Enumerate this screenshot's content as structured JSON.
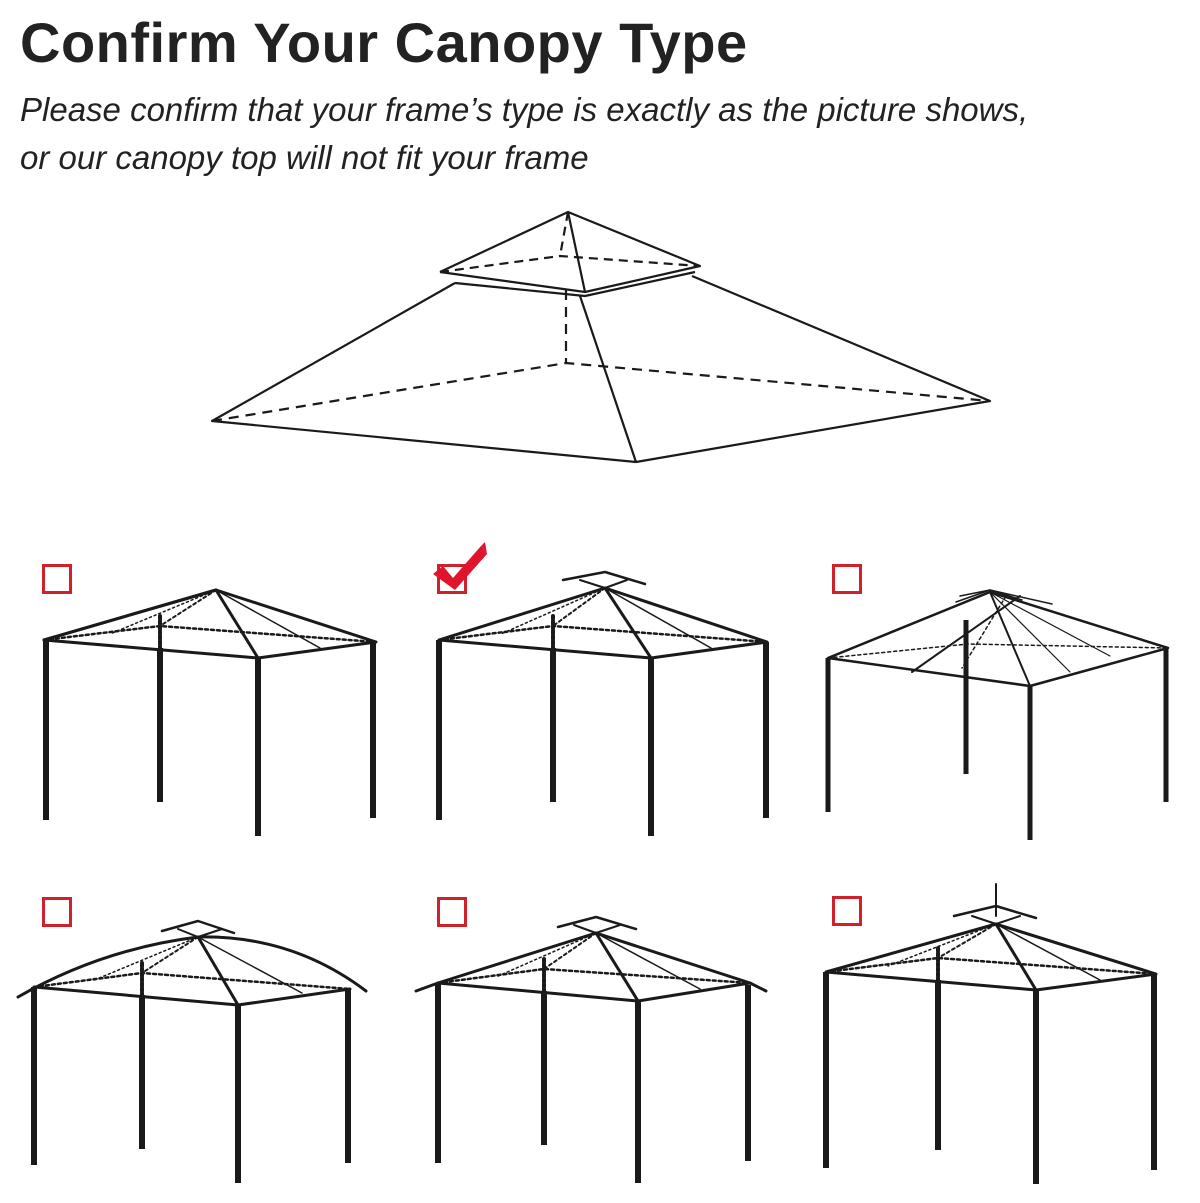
{
  "header": {
    "title": "Confirm Your Canopy Type",
    "subtitle_line1": "Please confirm that your frame’s type is exactly as the picture shows,",
    "subtitle_line2": "or our canopy top will not fit your frame"
  },
  "colors": {
    "ink": "#1a1a1a",
    "checkbox": "#d0202a",
    "checkmark": "#e0142a"
  },
  "frames": [
    {
      "id": "flat-top",
      "roof": "single-peak",
      "checked": false
    },
    {
      "id": "double-tier-straight",
      "roof": "vented-peak",
      "checked": true
    },
    {
      "id": "wide-low-pitch",
      "roof": "low-vent",
      "checked": false
    },
    {
      "id": "curved-eaves",
      "roof": "arched-vented",
      "checked": false
    },
    {
      "id": "flared-eaves",
      "roof": "flared-vented",
      "checked": false
    },
    {
      "id": "finial-top",
      "roof": "vented-finial",
      "checked": false
    }
  ]
}
